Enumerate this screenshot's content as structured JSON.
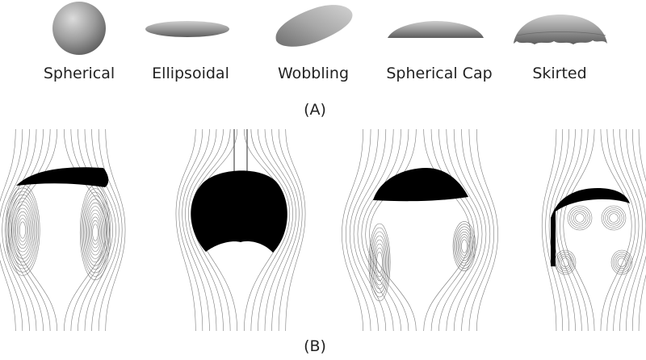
{
  "panel_a": {
    "label": "(A)",
    "shapes": [
      {
        "name": "Spherical"
      },
      {
        "name": "Ellipsoidal"
      },
      {
        "name": "Wobbling"
      },
      {
        "name": "Spherical Cap"
      },
      {
        "name": "Skirted"
      }
    ]
  },
  "panel_b": {
    "label": "(B)"
  },
  "colors": {
    "bubble_fill": "#8e8e8e",
    "bubble_highlight": "#d8d8d8",
    "bubble_dark": "#000000",
    "streamline": "#7a7a7a",
    "text": "#222222"
  }
}
